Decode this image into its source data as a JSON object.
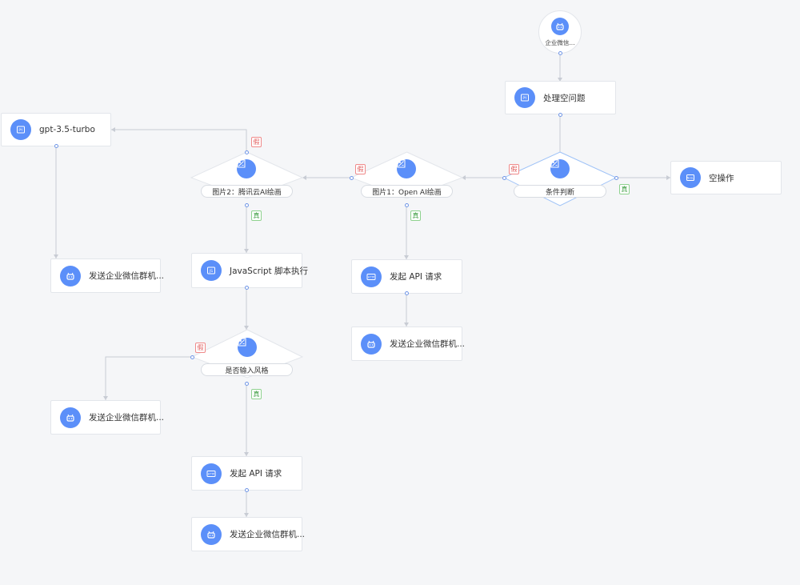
{
  "start": {
    "label": "企业微信..."
  },
  "nodes": {
    "preprocess": "处理空问题",
    "gpt": "gpt-3.5-turbo",
    "noop": "空操作",
    "send_left": "发送企业微信群机...",
    "js": "JavaScript 脚本执行",
    "http_mid": "发起 API 请求",
    "send_mid": "发送企业微信群机...",
    "send_style_false": "发送企业微信群机...",
    "http_bottom": "发起 API 请求",
    "send_bottom": "发送企业微信群机..."
  },
  "decisions": {
    "cond": "条件判断",
    "openai": "图片1：Open AI绘画",
    "tencent": "图片2：腾讯云AI绘画",
    "style": "是否输入风格"
  },
  "tags": {
    "true": "真",
    "false": "假"
  },
  "icons": {
    "start": "robot-icon",
    "preprocess": "python-icon",
    "gpt": "python-icon",
    "noop": "null-icon",
    "js": "javascript-icon",
    "http": "http-icon",
    "send": "robot-icon",
    "decision": "condition-icon"
  },
  "colors": {
    "accent": "#5b8ff9",
    "edge": "#c8ccd4",
    "false_tag": "#e05a5a",
    "true_tag": "#43a047",
    "selected": "#9ec2f7"
  }
}
